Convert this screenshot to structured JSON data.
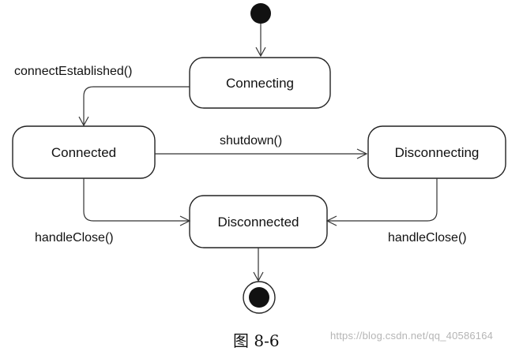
{
  "states": {
    "connecting": "Connecting",
    "connected": "Connected",
    "disconnecting": "Disconnecting",
    "disconnected": "Disconnected"
  },
  "transitions": {
    "connect_established": "connectEstablished()",
    "shutdown": "shutdown()",
    "handle_close_left": "handleClose()",
    "handle_close_right": "handleClose()"
  },
  "caption": "图 8-6",
  "watermark": "https://blog.csdn.net/qq_40586164"
}
